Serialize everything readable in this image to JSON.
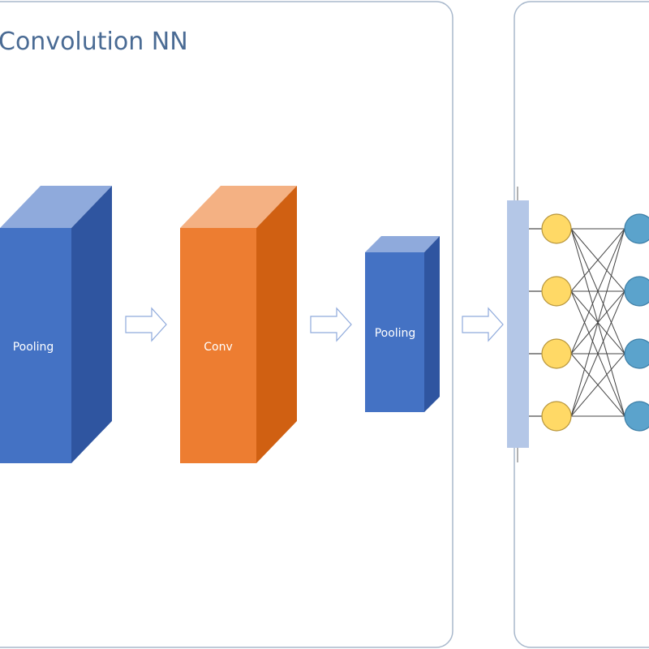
{
  "title": "Convolution NN",
  "layers": [
    {
      "label": "Pooling",
      "color": "#4472c4"
    },
    {
      "label": "Conv",
      "color": "#ed7d31"
    },
    {
      "label": "Pooling",
      "color": "#4472c4"
    }
  ],
  "network": {
    "input_nodes": 4,
    "hidden_nodes": 4,
    "input_color": "#ffd966",
    "hidden_color": "#5ba3cc",
    "flatten_color": "#b4c7e7"
  }
}
